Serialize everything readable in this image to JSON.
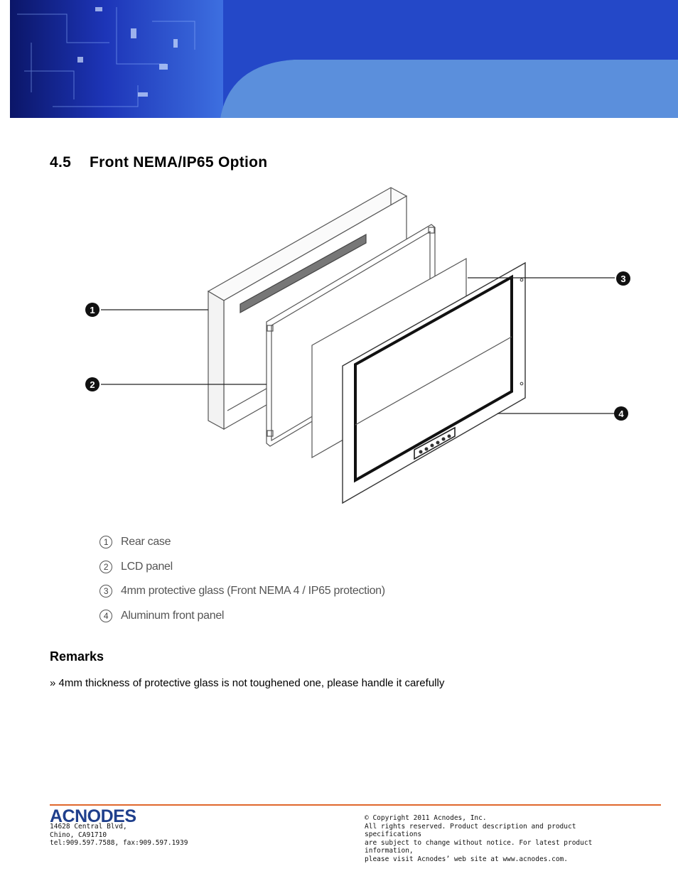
{
  "section": {
    "number": "4.5",
    "title": "Front NEMA/IP65 Option"
  },
  "figure": {
    "callouts": [
      "1",
      "2",
      "3",
      "4"
    ]
  },
  "legend": {
    "items": [
      {
        "num": "1",
        "label": "Rear case"
      },
      {
        "num": "2",
        "label": "LCD panel"
      },
      {
        "num": "3",
        "label": "4mm protective glass (Front NEMA 4 / IP65 protection)"
      },
      {
        "num": "4",
        "label": "Aluminum front panel"
      }
    ]
  },
  "remarks": {
    "title": "Remarks",
    "text": "» 4mm thickness of protective glass is not toughened one, please handle it carefully"
  },
  "footer": {
    "logo_text": "ACNODES",
    "address": [
      "14628 Central Blvd,",
      "Chino, CA91710",
      "tel:909.597.7588, fax:909.597.1939"
    ],
    "copyright": [
      "© Copyright 2011 Acnodes, Inc.",
      "All rights reserved. Product description and product specifications",
      "are subject to change without notice. For latest product information,",
      "please visit Acnodes’ web site at www.acnodes.com."
    ]
  },
  "colors": {
    "accent": "#e0672c",
    "header_blue": "#5b8fdc",
    "logo_blue": "#1f3f8c"
  }
}
